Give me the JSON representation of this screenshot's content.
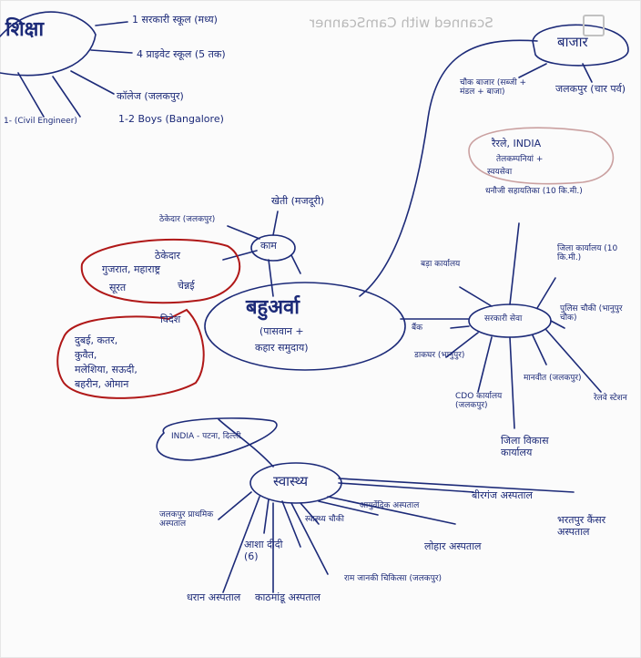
{
  "watermark": "Scanned with CamScanner",
  "colors": {
    "ink": "#1c2a78",
    "highlight": "#b01818"
  },
  "center": {
    "title": "बहुअर्वा",
    "subtitle_1": "(पासवान +",
    "subtitle_2": "कहार समुदाय)"
  },
  "shiksha": {
    "title": "शिक्षा",
    "items": [
      "1 सरकारी स्कूल (मध्य)",
      "4 प्राइवेट स्कूल (5 तक)",
      "कॉलेज (जलकपुर)",
      "1-2 Boys (Bangalore)",
      "1- (Civil Engineer)"
    ]
  },
  "bazar": {
    "title": "बाजार",
    "items": [
      "चौक बाजार (सब्जी + मंडल + बाजा)",
      "जलकपुर (चार पर्व)"
    ],
    "bubble_1": "रैरले, INDIA",
    "bubble_2": "तेलकम्पनियां +",
    "bubble_3": "स्वयसेवा"
  },
  "kam": {
    "title": "काम",
    "items": [
      "खेती (मजदूरी)",
      "ठेकेदार (जलकपुर)"
    ],
    "red_1": "ठेकेदार",
    "red_2": "गुजरात, महाराष्ट्र",
    "red_3": "सूरत",
    "red_4": "चेन्नई"
  },
  "bahar": {
    "title": "विदेश",
    "lines": [
      "दुबई, कतर,",
      "कुवैत,",
      "मलेशिया, सऊदी,",
      "बहरीन, ओमान"
    ]
  },
  "sarkari": {
    "title": "सरकारी सेवा",
    "items": [
      "धनौजी सहायतिका (10 कि.मी.)",
      "बड़ा कार्यालय",
      "जिला कार्यालय (10 कि.मी.)",
      "पुलिस चौकी (भानुपुर चौक)",
      "बैंक",
      "डाकघर (भानुपुर)",
      "CDO कार्यालय (जलकपुर)",
      "मानवीत (जलकपुर)",
      "जिला विकास कार्यालय",
      "रेलवे स्टेशन"
    ]
  },
  "swasthya": {
    "title": "स्वास्थ्य",
    "bubble": "INDIA - पटना, दिल्ली",
    "items": [
      "जलकपुर प्राथमिक अस्पताल",
      "आशा दीदी (6)",
      "स्वास्थ्य चौकी",
      "आयुर्वेदिक अस्पताल",
      "लोहार अस्पताल",
      "बीरगंज अस्पताल",
      "भरतपुर कैंसर अस्पताल",
      "धरान अस्पताल",
      "काठमांडू अस्पताल",
      "राम जानकी चिकित्सा (जलकपुर)"
    ]
  }
}
